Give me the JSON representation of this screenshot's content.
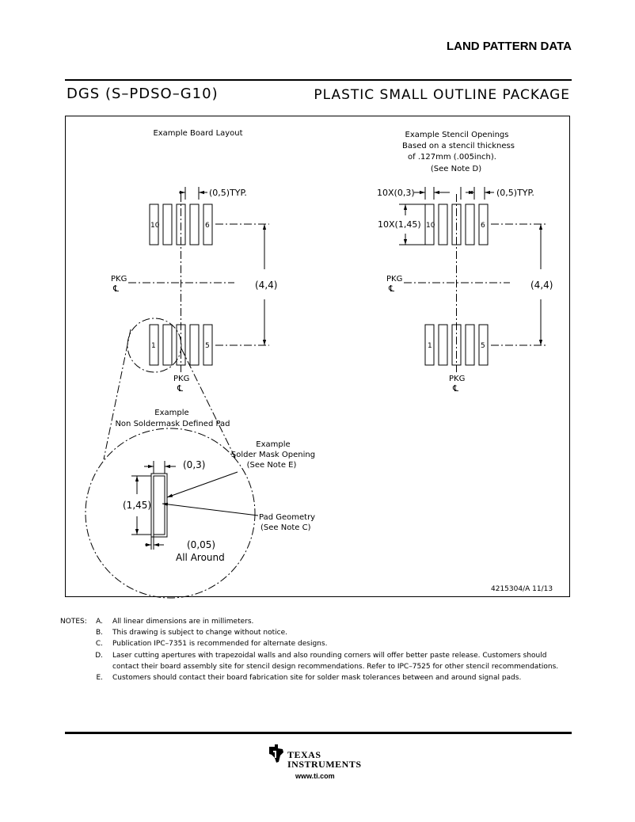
{
  "header": {
    "title": "LAND PATTERN DATA"
  },
  "package": {
    "code": "DGS (S–PDSO–G10)",
    "name": "PLASTIC SMALL OUTLINE PACKAGE"
  },
  "board": {
    "title": "Example Board Layout",
    "pitch": "(0,5)TYP.",
    "pin_top_left": "10",
    "pin_top_right": "6",
    "pin_bot_left": "1",
    "pin_bot_right": "5",
    "span": "(4,4)",
    "pkg": "PKG",
    "cl": "℄"
  },
  "stencil": {
    "title_lines": [
      "Example Stencil Openings",
      "Based on a stencil thickness",
      "of .127mm (.005inch).",
      "(See Note D)"
    ],
    "width": "10X(0,3)",
    "pitch": "(0,5)TYP.",
    "length": "10X(1,45)",
    "pin_top_left": "10",
    "pin_top_right": "6",
    "pin_bot_left": "1",
    "pin_bot_right": "5",
    "span": "(4,4)",
    "pkg": "PKG",
    "cl": "℄"
  },
  "detail": {
    "title_lines": [
      "Example",
      "Non Soldermask Defined Pad"
    ],
    "mask_lines": [
      "Example",
      "Solder Mask Opening",
      "(See Note E)"
    ],
    "pad_width": "(0,3)",
    "pad_length": "(1,45)",
    "geom_lines": [
      "Pad Geometry",
      "(See Note C)"
    ],
    "clearance": "(0,05)",
    "clearance_note": "All Around"
  },
  "drawing_id": "4215304/A   11/13",
  "notes": {
    "heading": "NOTES:",
    "items": [
      {
        "letter": "A.",
        "lines": [
          "All linear dimensions are in millimeters."
        ]
      },
      {
        "letter": "B.",
        "lines": [
          "This drawing is subject to change without notice."
        ]
      },
      {
        "letter": "C.",
        "lines": [
          "Publication IPC–7351 is recommended for alternate designs."
        ]
      },
      {
        "letter": "D.",
        "lines": [
          "Laser cutting apertures with trapezoidal walls and also rounding corners will offer better paste release. Customers should",
          "contact their board assembly site for stencil design recommendations.  Refer to IPC–7525 for other stencil recommendations."
        ]
      },
      {
        "letter": "E.",
        "lines": [
          "Customers should contact their board fabrication site for solder mask tolerances between and around signal pads."
        ]
      }
    ]
  },
  "footer": {
    "brand_line1": "TEXAS",
    "brand_line2": "INSTRUMENTS",
    "url": "www.ti.com"
  }
}
